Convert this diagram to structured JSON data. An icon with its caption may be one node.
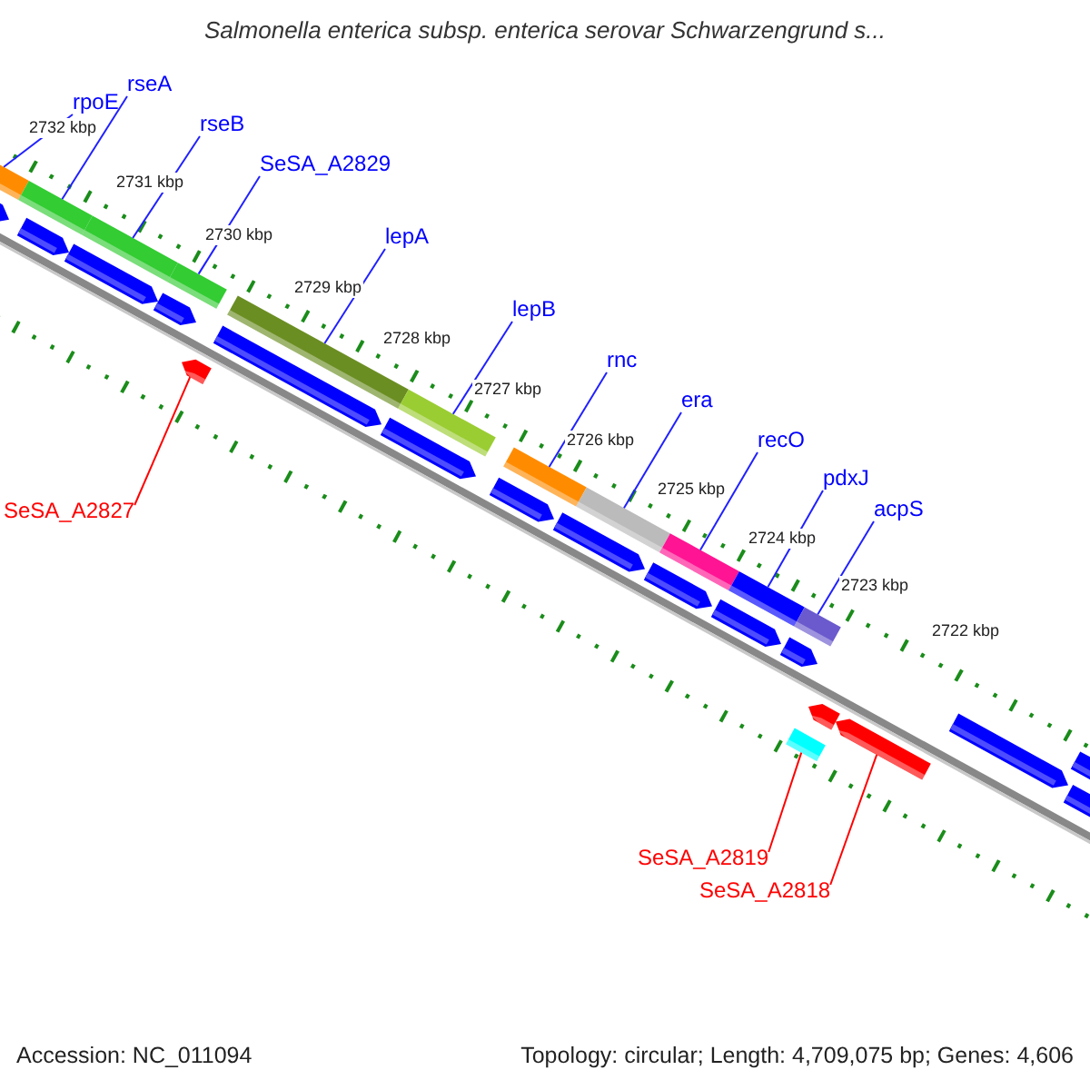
{
  "diagram": {
    "title": "Salmonella enterica subsp. enterica serovar Schwarzengrund s...",
    "nodes": [
      {
        "text": [
          "rpoE"
        ]
      },
      {
        "text": [
          "rseA"
        ]
      },
      {
        "text": [
          "rseB"
        ]
      },
      {
        "text": [
          "SeSA_A2829"
        ]
      },
      {
        "text": [
          "lepA"
        ]
      },
      {
        "text": [
          "lepB"
        ]
      },
      {
        "text": [
          "rnc"
        ]
      },
      {
        "text": [
          "era"
        ]
      },
      {
        "text": [
          "recO"
        ]
      },
      {
        "text": [
          "pdxJ"
        ]
      },
      {
        "text": [
          "acpS"
        ]
      },
      {
        "text": [
          "SeSA_A2827"
        ]
      },
      {
        "text": [
          "SeSA_A2819"
        ]
      },
      {
        "text": [
          "SeSA_A2818"
        ]
      },
      {
        "text": [],
        "shape": "bar"
      },
      {
        "text": [],
        "shape": "bar"
      },
      {
        "text": [],
        "shape": "bar"
      },
      {
        "text": [],
        "shape": "bar"
      },
      {
        "text": [],
        "shape": "bar"
      },
      {
        "text": [],
        "shape": "bar"
      },
      {
        "text": [],
        "shape": "bar"
      },
      {
        "text": [],
        "shape": "bar"
      },
      {
        "text": [],
        "shape": "bar"
      },
      {
        "text": [],
        "shape": "bar"
      },
      {
        "text": [],
        "shape": "bar"
      },
      {
        "text": [],
        "shape": "bar"
      },
      {
        "text": [],
        "shape": "bar"
      },
      {
        "text": [],
        "shape": "bar"
      },
      {
        "text": [],
        "shape": "bar"
      }
    ],
    "edges": [
      {
        "from": 0,
        "to": 14,
        "arrow": "none"
      },
      {
        "from": 1,
        "to": 15,
        "arrow": "none"
      },
      {
        "from": 2,
        "to": 16,
        "arrow": "none"
      },
      {
        "from": 3,
        "to": 17,
        "arrow": "none"
      },
      {
        "from": 4,
        "to": 19,
        "arrow": "none"
      },
      {
        "from": 5,
        "to": 20,
        "arrow": "none"
      },
      {
        "from": 6,
        "to": 21,
        "arrow": "none"
      },
      {
        "from": 7,
        "to": 22,
        "arrow": "none"
      },
      {
        "from": 8,
        "to": 23,
        "arrow": "none"
      },
      {
        "from": 9,
        "to": 24,
        "arrow": "none"
      },
      {
        "from": 10,
        "to": 25,
        "arrow": "none"
      },
      {
        "from": 11,
        "to": 18,
        "arrow": "none",
        "color": "#ff0000"
      },
      {
        "from": 12,
        "to": 26,
        "arrow": "none",
        "color": "#ff0000"
      },
      {
        "from": 13,
        "to": 28,
        "arrow": "none",
        "color": "#ff0000"
      }
    ],
    "labels": [
      "2732 kbp",
      "2731 kbp",
      "2730 kbp",
      "2729 kbp",
      "2728 kbp",
      "2727 kbp",
      "2726 kbp",
      "2725 kbp",
      "2724 kbp",
      "2723 kbp",
      "2722 kbp",
      "Accession: NC_011094",
      "Topology: circular; Length: 4,709,075 bp; Genes: 4,606"
    ]
  }
}
